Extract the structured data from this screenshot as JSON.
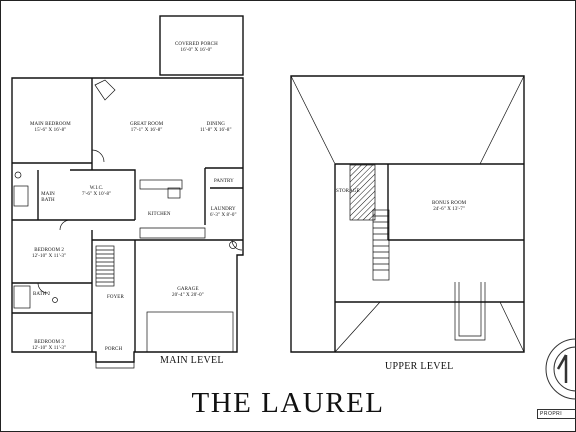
{
  "title": "THE LAUREL",
  "levels": {
    "main": "MAIN LEVEL",
    "upper": "UPPER LEVEL"
  },
  "rooms": {
    "covered_porch": {
      "name": "COVERED PORCH",
      "dim": "16'-0\" X 16'-0\""
    },
    "main_bedroom": {
      "name": "MAIN BEDROOM",
      "dim": "15'-6\" X 16'-8\""
    },
    "great_room": {
      "name": "GREAT ROOM",
      "dim": "17'-1\" X 16'-8\""
    },
    "dining": {
      "name": "DINING",
      "dim": "11'-8\" X 16'-8\""
    },
    "main_bath": {
      "name": "MAIN BATH"
    },
    "wic": {
      "name": "W.I.C.",
      "dim": "7'-6\" X 10'-8\""
    },
    "pantry": {
      "name": "PANTRY"
    },
    "laundry": {
      "name": "LAUNDRY",
      "dim": "6'-3\" X 8'-0\""
    },
    "kitchen": {
      "name": "KITCHEN"
    },
    "bedroom2": {
      "name": "BEDROOM 2",
      "dim": "12'-10\" X 11'-3\""
    },
    "bath2": {
      "name": "BATH 2"
    },
    "bedroom3": {
      "name": "BEDROOM 3",
      "dim": "12'-10\" X 11'-3\""
    },
    "foyer": {
      "name": "FOYER"
    },
    "porch": {
      "name": "PORCH"
    },
    "garage": {
      "name": "GARAGE",
      "dim": "20'-4\" X 20'-0\""
    },
    "storage": {
      "name": "STORAGE"
    },
    "bonus_room": {
      "name": "BONUS ROOM",
      "dim": "24'-6\" X 13'-7\""
    }
  },
  "stamp_text": "PROPRI"
}
